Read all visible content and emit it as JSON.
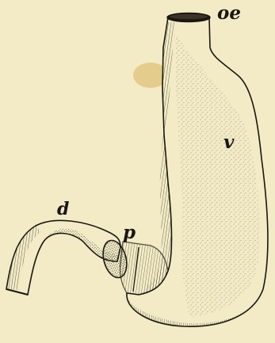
{
  "figure": {
    "labels": {
      "oe": "oe",
      "v": "v",
      "d": "d",
      "p": "p"
    }
  },
  "colors": {
    "paper": "#f2ebc6",
    "ink": "#1a1712",
    "stain": "#d9b25c"
  }
}
